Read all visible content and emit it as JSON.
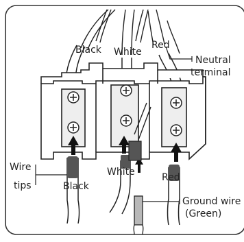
{
  "labels": {
    "black_top": "Black",
    "white_top": "White",
    "red_top": "Red",
    "neutral_line1": "Neutral",
    "neutral_line2": "terminal",
    "wire_line1": "Wire",
    "wire_line2": "tips",
    "black_bottom": "Black",
    "white_bottom": "White",
    "red_bottom": "Red",
    "ground_line1": "Ground wire",
    "ground_line2": "(Green)"
  },
  "colors": {
    "line": "#222222",
    "fill": "#ffffff",
    "terminal_shade": "#eeeeee",
    "wire_tip": "#555555",
    "ground_wire": "#b8b8b8",
    "frame": "#333333"
  }
}
